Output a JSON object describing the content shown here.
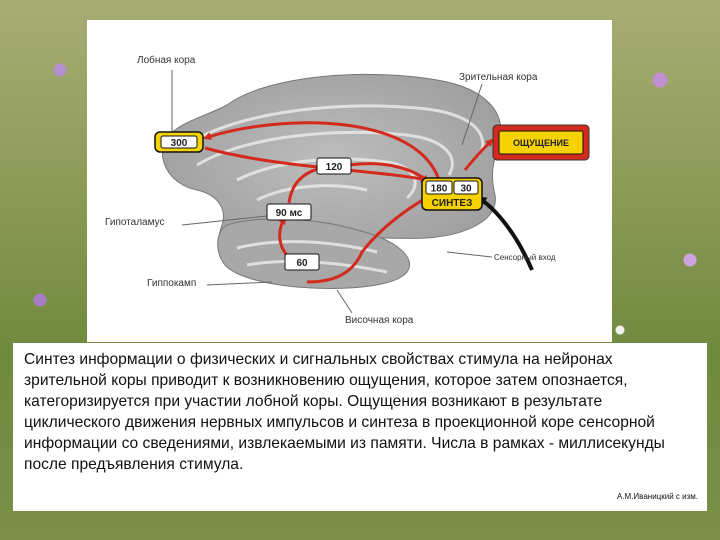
{
  "diagram": {
    "labels": {
      "frontal": "Лобная кора",
      "visual": "Зрительная кора",
      "hypothalamus": "Гипоталамус",
      "hippocampus": "Гиппокамп",
      "temporal": "Височная кора",
      "sensory_input": "Сенсорный вход"
    },
    "boxes": {
      "t300": "300",
      "t120": "120",
      "t90": "90 мс",
      "t60": "60",
      "t180": "180",
      "t30": "30",
      "synthesis": "СИНТЕЗ",
      "sensation": "ОЩУЩЕНИЕ"
    }
  },
  "caption": {
    "text": "Синтез информации о физических и сигнальных свойствах стимула на нейронах зрительной коры приводит к возникновению ощущения, которое затем опознается, категоризируется при участии лобной коры. Ощущения возникают в результате циклического движения нервных импульсов и синтеза в проекционной коре сенсорной информации со сведениями, извлекаемыми из памяти. Числа в рамках - миллисекунды после предъявления стимула.",
    "credit": "А.М.Иваницкий с изм."
  }
}
